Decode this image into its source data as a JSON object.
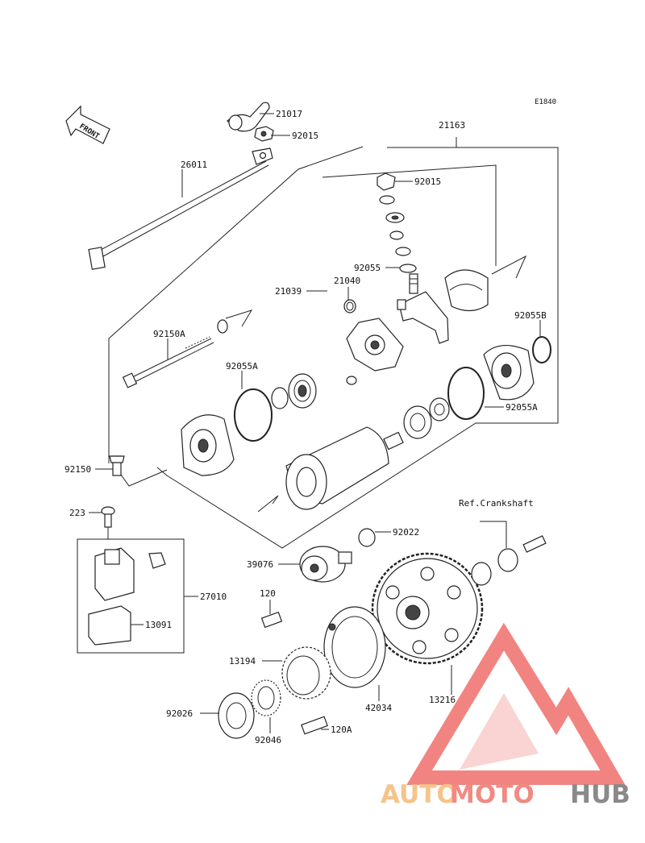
{
  "diagram": {
    "code": "E1840",
    "front_label": "FRONT",
    "reference": "Ref.Crankshaft",
    "labels": {
      "p21017": "21017",
      "p92015a": "92015",
      "p26011": "26011",
      "p21163": "21163",
      "p92015b": "92015",
      "p92055": "92055",
      "p21039": "21039",
      "p21040": "21040",
      "p92150A": "92150A",
      "p92055B": "92055B",
      "p92055A_left": "92055A",
      "p92055A_right": "92055A",
      "p92150": "92150",
      "p223": "223",
      "p92022": "92022",
      "p39076": "39076",
      "p27010": "27010",
      "p120": "120",
      "p13091": "13091",
      "p13194": "13194",
      "p42034": "42034",
      "p13216": "13216",
      "p92026": "92026",
      "p92046": "92046",
      "p120A": "120A"
    }
  },
  "watermark": {
    "part1": "AUTO",
    "part2": "MOTO",
    "part3": "HUB",
    "colors": {
      "auto": "#f5c48a",
      "moto": "#f08a82",
      "hub": "#8a8a8a",
      "logo": "#ef6f6a"
    }
  }
}
